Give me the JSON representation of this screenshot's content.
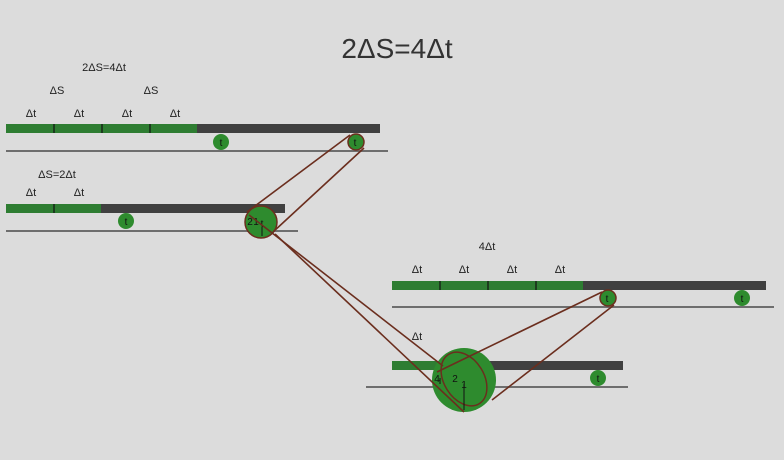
{
  "title": "2ΔS=4Δt",
  "colors": {
    "background": "#dcdcdc",
    "bar_green": "#2e7d32",
    "bar_dark": "#404040",
    "rail": "#6e6e6e",
    "link": "#6b2e1e",
    "circle_fill": "#2e8b2e"
  },
  "diagrams": [
    {
      "id": "d1",
      "top_label": "2ΔS=4Δt",
      "mid_labels": [
        "ΔS",
        "ΔS"
      ],
      "seg_labels": [
        "Δt",
        "Δt",
        "Δt",
        "Δt"
      ],
      "circle_labels": [
        "t",
        "t"
      ]
    },
    {
      "id": "d2",
      "top_label": "ΔS=2Δt",
      "seg_labels": [
        "Δt",
        "Δt"
      ],
      "circle_labels": [
        "t"
      ]
    },
    {
      "id": "d3",
      "top_label": "4Δt",
      "seg_labels": [
        "Δt",
        "Δt",
        "Δt",
        "Δt"
      ],
      "circle_labels": [
        "t",
        "t"
      ]
    },
    {
      "id": "d4",
      "top_label": "Δt",
      "circle_labels": [
        "t"
      ]
    }
  ],
  "zoom1": {
    "inner_labels": [
      "2",
      "1",
      "t"
    ]
  },
  "zoom2": {
    "inner_labels": [
      "4",
      "2",
      "1"
    ]
  }
}
